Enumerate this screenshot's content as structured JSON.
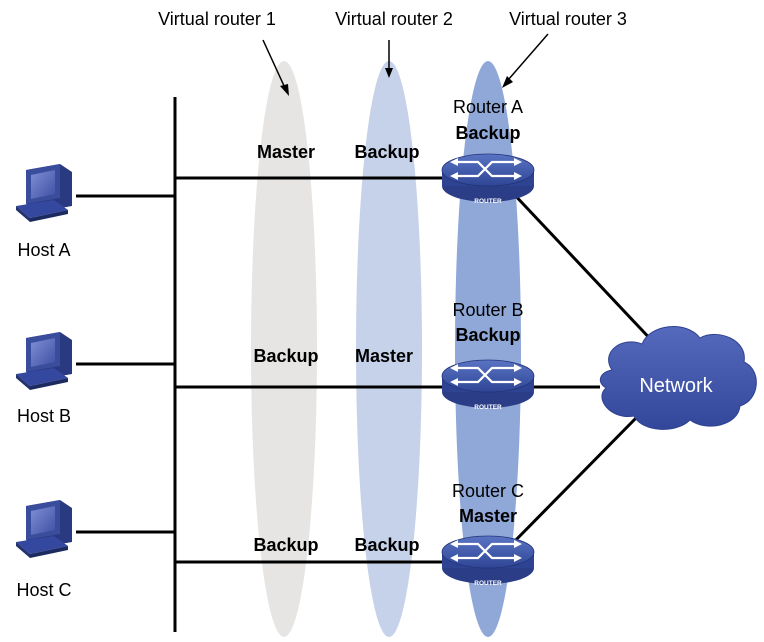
{
  "virtual_routers": [
    {
      "label": "Virtual router 1"
    },
    {
      "label": "Virtual router 2"
    },
    {
      "label": "Virtual router 3"
    }
  ],
  "hosts": [
    {
      "label": "Host A"
    },
    {
      "label": "Host B"
    },
    {
      "label": "Host C"
    }
  ],
  "routers": [
    {
      "name": "Router A",
      "state": "Backup",
      "vr1": "Master",
      "vr2": "Backup",
      "badge": "ROUTER"
    },
    {
      "name": "Router B",
      "state": "Backup",
      "vr1": "Backup",
      "vr2": "Master",
      "badge": "ROUTER"
    },
    {
      "name": "Router C",
      "state": "Master",
      "vr1": "Backup",
      "vr2": "Backup",
      "badge": "ROUTER"
    }
  ],
  "network": {
    "label": "Network"
  },
  "colors": {
    "vr1_fill": "#e6e5e3",
    "vr2_fill": "#c6d2ea",
    "vr3_fill": "#8fa8d8",
    "router_blue": "#3550a8",
    "cloud_blue": "#3f52a8"
  }
}
